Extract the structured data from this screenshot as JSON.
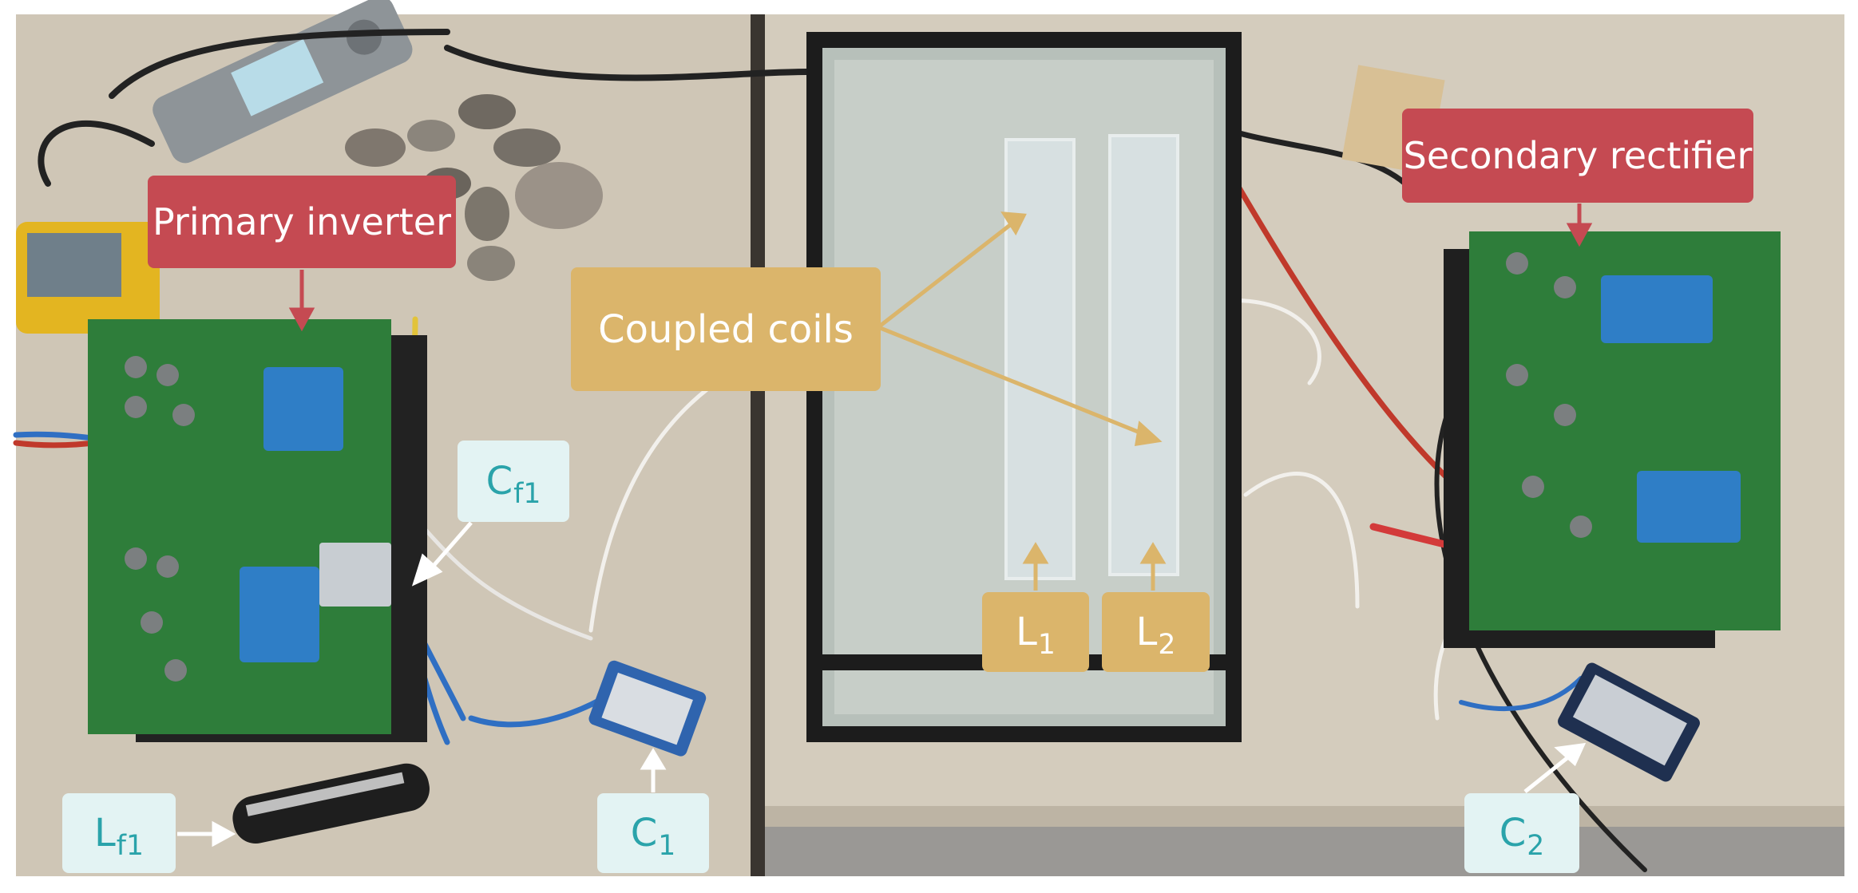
{
  "labels": {
    "primary_inverter": "Primary inverter",
    "secondary_rectifier": "Secondary rectifier",
    "coupled_coils": "Coupled coils",
    "cf1": {
      "base": "C",
      "sub": "f1"
    },
    "lf1": {
      "base": "L",
      "sub": "f1"
    },
    "c1": {
      "base": "C",
      "sub": "1"
    },
    "c2": {
      "base": "C",
      "sub": "2"
    },
    "l1": {
      "base": "L",
      "sub": "1"
    },
    "l2": {
      "base": "L",
      "sub": "2"
    }
  },
  "colors": {
    "inverter_label": "#c54a52",
    "coil_label": "#dbb56b",
    "capacitor_label_bg": "#e3f3f3",
    "capacitor_label_text": "#2aa3aa",
    "pcb_green": "#2e7d3a",
    "table": "#cfc6b6"
  }
}
